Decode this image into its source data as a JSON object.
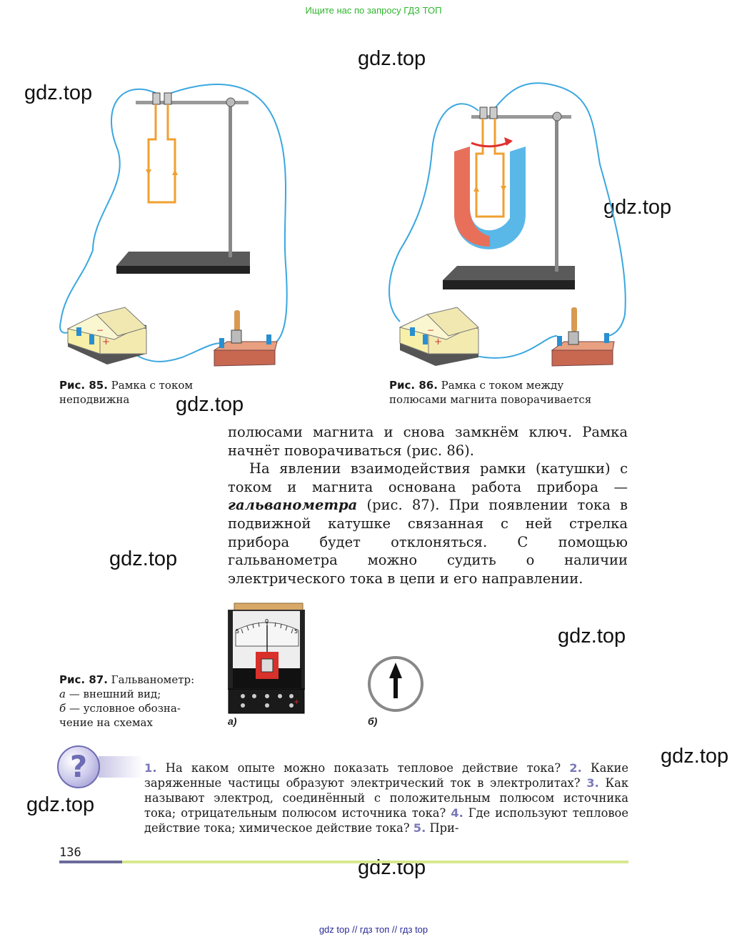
{
  "banner": "Ищите нас по запросу ГДЗ ТОП",
  "watermarks": [
    "gdz.top",
    "gdz.top",
    "gdz.top",
    "gdz.top",
    "gdz.top",
    "gdz.top",
    "gdz.top",
    "gdz.top",
    "gdz.top"
  ],
  "figures": {
    "fig85": {
      "num": "Рис. 85.",
      "line1": "Рамка с током",
      "line2": "неподвижна"
    },
    "fig86": {
      "num": "Рис. 86.",
      "line1": "Рамка с током между",
      "line2": "полюсами магнита поворачивается"
    },
    "fig87": {
      "num": "Рис. 87.",
      "title": "Гальванометр:",
      "a_letter": "а",
      "a_text": "— внешний вид;",
      "b_letter": "б",
      "b_text": "— условное обозна-",
      "b_text2": "чение на схемах",
      "label_a": "а)",
      "label_b": "б)",
      "scale_left": "5",
      "scale_mid": "0",
      "scale_right": "5"
    }
  },
  "body": {
    "p1": "полюсами магнита и снова замкнём ключ. Рамка начнёт поворачиваться (рис. 86).",
    "p2_start": "На явлении взаимодействия рамки (катушки) с током и магнита основана работа прибора — ",
    "p2_term": "гальванометра",
    "p2_end": " (рис. 87). При появлении тока в подвижной катушке связанная с ней стрелка прибора будет отклоняться. С помощью гальванометра можно судить о наличии электрического тока в цепи и его направлении."
  },
  "questions": {
    "icon": "?",
    "q1n": "1.",
    "q1": " На каком опыте можно показать тепловое действие тока? ",
    "q2n": "2.",
    "q2": " Какие заряженные частицы образуют электрический ток в электролитах? ",
    "q3n": "3.",
    "q3": " Как называют электрод, соединённый с положительным полюсом источника тока; отрицательным полюсом источника тока? ",
    "q4n": "4.",
    "q4": " Где используют тепловое действие тока; химическое действие тока? ",
    "q5n": "5.",
    "q5": " При-"
  },
  "page_number": "136",
  "footer": "gdz top  //  гдз топ  //  гдз top",
  "colors": {
    "wire": "#3aa7e0",
    "frame": "#f0a030",
    "magnet_red": "#e8705a",
    "magnet_blue": "#5ab8e8",
    "rule_green": "#d8e890",
    "rule_purple": "#6a6a9a"
  }
}
